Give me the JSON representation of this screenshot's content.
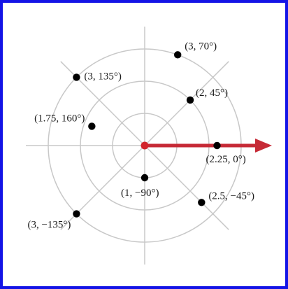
{
  "colors": {
    "border": "#1414e6",
    "grid": "#c8c8c8",
    "point": "#000000",
    "origin": "#d2232a",
    "vector": "#c62a36"
  },
  "polar_grid": {
    "rings": [
      1,
      2,
      3
    ],
    "spokes_deg": [
      0,
      45,
      90,
      135,
      180,
      225,
      270,
      315
    ]
  },
  "points": [
    {
      "r": 3,
      "theta": 70,
      "label": "(3, 70°)"
    },
    {
      "r": 3,
      "theta": 135,
      "label": "(3, 135°)"
    },
    {
      "r": 2,
      "theta": 45,
      "label": "(2, 45°)"
    },
    {
      "r": 1.75,
      "theta": 160,
      "label": "(1.75, 160°)"
    },
    {
      "r": 2.25,
      "theta": 0,
      "label": "(2.25, 0°)"
    },
    {
      "r": 1,
      "theta": -90,
      "label": "(1, −90°)"
    },
    {
      "r": 2.5,
      "theta": -45,
      "label": "(2.5, −45°)"
    },
    {
      "r": 3,
      "theta": -135,
      "label": "(3, −135°)"
    }
  ],
  "polar_axis_direction_deg": 0
}
